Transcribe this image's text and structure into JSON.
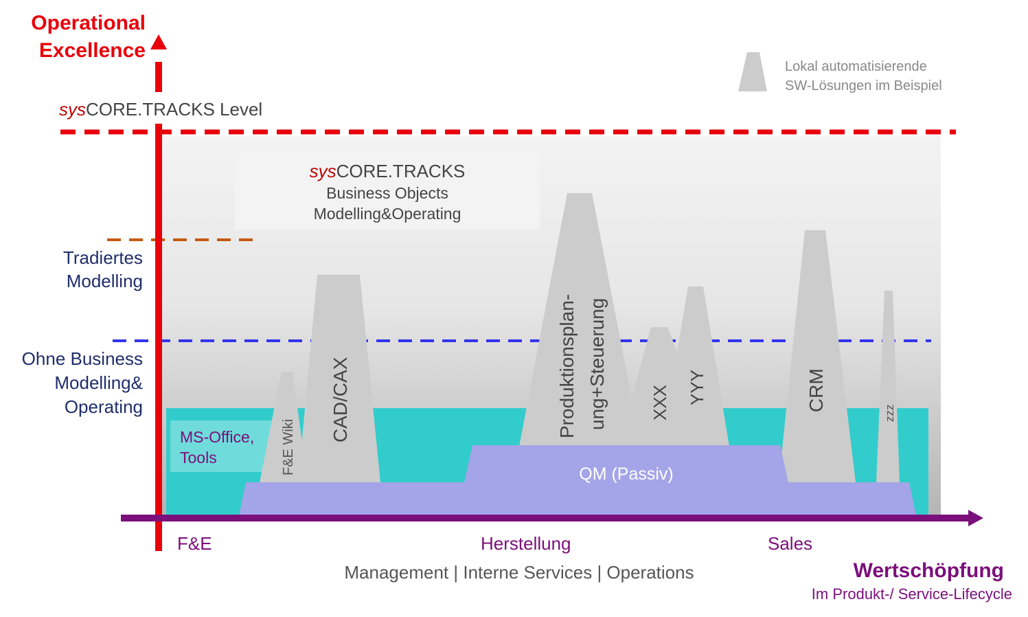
{
  "y_axis": {
    "title_line1": "Operational",
    "title_line2": "Excellence",
    "title_color": "#e8000b"
  },
  "levels": {
    "top_prefix": "sys",
    "top_suffix": "CORE.TRACKS Level",
    "traditional_line1": "Tradiertes",
    "traditional_line2": "Modelling",
    "none_line1": "Ohne Business",
    "none_line2": "Modelling&",
    "none_line3": "Operating",
    "top_color": "#e8000b",
    "traditional_color": "#c65911",
    "none_color": "#3333ee",
    "label_color": "#1f2d6b"
  },
  "legend": {
    "line1": "Lokal automatisierende",
    "line2": "SW-Lösungen im Beispiel"
  },
  "core_box": {
    "prefix": "sys",
    "suffix": "CORE.TRACKS",
    "line2": "Business Objects",
    "line3": "Modelling&Operating"
  },
  "base_layer": {
    "ms_office_line1": "MS-Office,",
    "ms_office_line2": "Tools",
    "color": "#33cccc"
  },
  "qm_layer": {
    "label": "QM (Passiv)",
    "color": "#a4a4e8"
  },
  "peaks": {
    "wiki": "F&E Wiki",
    "cad": "CAD/CAX",
    "prod_line1": "Produktionsplan-",
    "prod_line2": "ung+Steuerung",
    "xxx": "XXX",
    "yyy": "YYY",
    "crm": "CRM",
    "zzz": "zzz"
  },
  "x_axis": {
    "stage_fe": "F&E",
    "stage_manufacturing": "Herstellung",
    "stage_sales": "Sales",
    "support": "Management | Interne Services | Operations",
    "title": "Wertschöpfung",
    "subtitle": "Im Produkt-/ Service-Lifecycle",
    "color": "#7b0f7b"
  }
}
